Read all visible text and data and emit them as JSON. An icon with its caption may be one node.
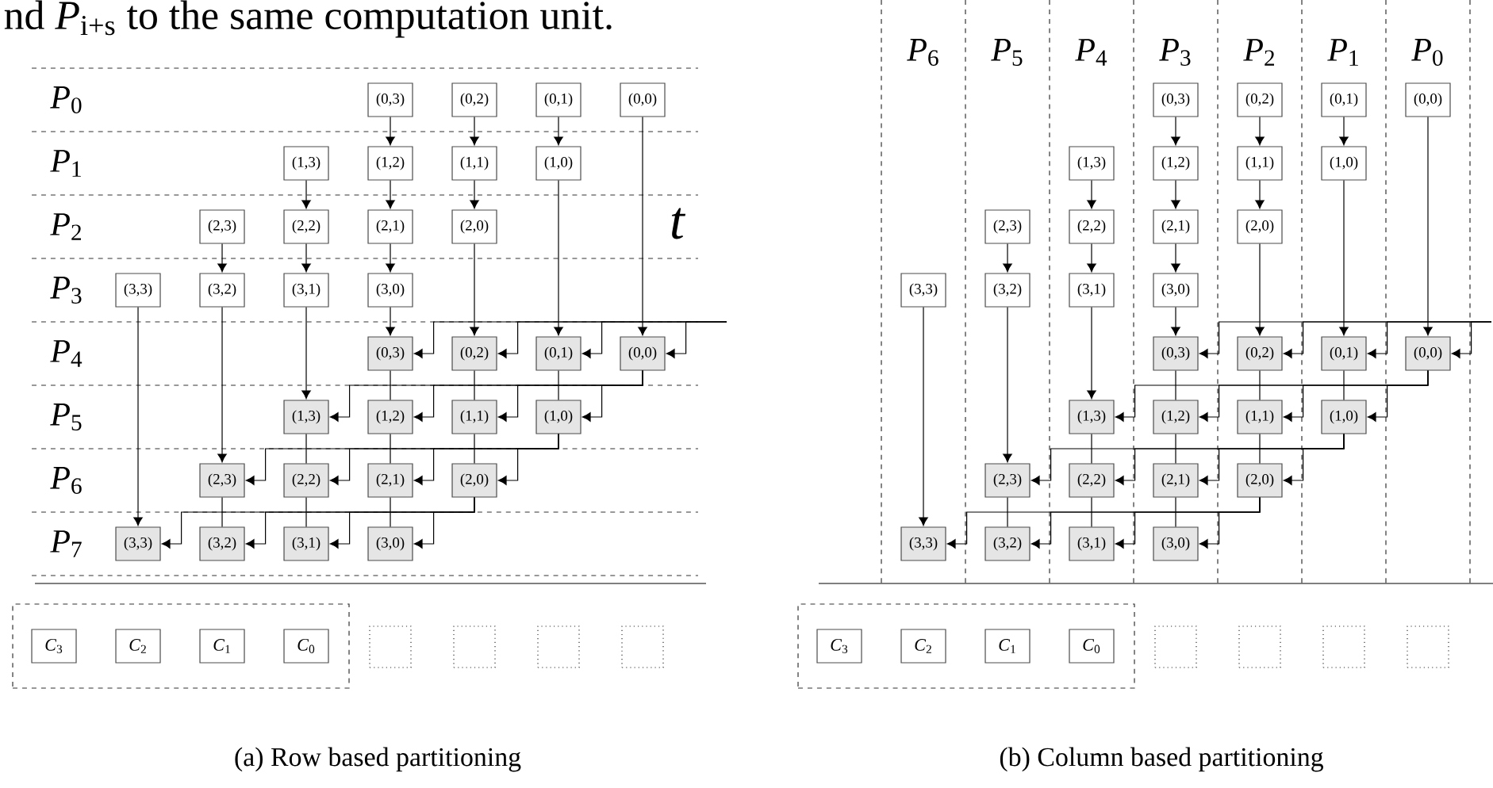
{
  "diagram": {
    "nodes": [
      {
        "text": [
          "(0,3)"
        ]
      },
      {
        "text": [
          "(0,2)"
        ]
      },
      {
        "text": [
          "(0,1)"
        ]
      },
      {
        "text": [
          "(0,0)"
        ]
      },
      {
        "text": [
          "(1,3)"
        ]
      },
      {
        "text": [
          "(1,2)"
        ]
      },
      {
        "text": [
          "(1,1)"
        ]
      },
      {
        "text": [
          "(1,0)"
        ]
      },
      {
        "text": [
          "(2,3)"
        ]
      },
      {
        "text": [
          "(2,2)"
        ]
      },
      {
        "text": [
          "(2,1)"
        ]
      },
      {
        "text": [
          "(2,0)"
        ]
      },
      {
        "text": [
          "(3,3)"
        ]
      },
      {
        "text": [
          "(3,2)"
        ]
      },
      {
        "text": [
          "(3,1)"
        ]
      },
      {
        "text": [
          "(3,0)"
        ]
      },
      {
        "text": [
          "(0,3)"
        ]
      },
      {
        "text": [
          "(0,2)"
        ]
      },
      {
        "text": [
          "(0,1)"
        ]
      },
      {
        "text": [
          "(0,0)"
        ]
      },
      {
        "text": [
          "(1,3)"
        ]
      },
      {
        "text": [
          "(1,2)"
        ]
      },
      {
        "text": [
          "(1,1)"
        ]
      },
      {
        "text": [
          "(1,0)"
        ]
      },
      {
        "text": [
          "(2,3)"
        ]
      },
      {
        "text": [
          "(2,2)"
        ]
      },
      {
        "text": [
          "(2,1)"
        ]
      },
      {
        "text": [
          "(2,0)"
        ]
      },
      {
        "text": [
          "(3,3)"
        ]
      },
      {
        "text": [
          "(3,2)"
        ]
      },
      {
        "text": [
          "(3,1)"
        ]
      },
      {
        "text": [
          "(3,0)"
        ]
      },
      {
        "text": [],
        "shape": "box"
      },
      {
        "text": [
          "*C*$_{3}$"
        ],
        "in": 32
      },
      {
        "text": [
          "*C*$_{2}$"
        ],
        "in": 32
      },
      {
        "text": [
          "*C*$_{1}$"
        ],
        "in": 32
      },
      {
        "text": [
          "*C*$_{0}$"
        ],
        "in": 32
      },
      {
        "text": [],
        "shape": "box"
      },
      {
        "text": [],
        "shape": "box"
      },
      {
        "text": [],
        "shape": "box"
      },
      {
        "text": [],
        "shape": "box"
      },
      {
        "text": [
          "(0,3)"
        ]
      },
      {
        "text": [
          "(0,2)"
        ]
      },
      {
        "text": [
          "(0,1)"
        ]
      },
      {
        "text": [
          "(0,0)"
        ]
      },
      {
        "text": [
          "(1,3)"
        ]
      },
      {
        "text": [
          "(1,2)"
        ]
      },
      {
        "text": [
          "(1,1)"
        ]
      },
      {
        "text": [
          "(1,0)"
        ]
      },
      {
        "text": [
          "(2,3)"
        ]
      },
      {
        "text": [
          "(2,2)"
        ]
      },
      {
        "text": [
          "(2,1)"
        ]
      },
      {
        "text": [
          "(2,0)"
        ]
      },
      {
        "text": [
          "(3,3)"
        ]
      },
      {
        "text": [
          "(3,2)"
        ]
      },
      {
        "text": [
          "(3,1)"
        ]
      },
      {
        "text": [
          "(3,0)"
        ]
      },
      {
        "text": [
          "(0,3)"
        ]
      },
      {
        "text": [
          "(0,2)"
        ]
      },
      {
        "text": [
          "(0,1)"
        ]
      },
      {
        "text": [
          "(0,0)"
        ]
      },
      {
        "text": [
          "(1,3)"
        ]
      },
      {
        "text": [
          "(1,2)"
        ]
      },
      {
        "text": [
          "(1,1)"
        ]
      },
      {
        "text": [
          "(1,0)"
        ]
      },
      {
        "text": [
          "(2,3)"
        ]
      },
      {
        "text": [
          "(2,2)"
        ]
      },
      {
        "text": [
          "(2,1)"
        ]
      },
      {
        "text": [
          "(2,0)"
        ]
      },
      {
        "text": [
          "(3,3)"
        ]
      },
      {
        "text": [
          "(3,2)"
        ]
      },
      {
        "text": [
          "(3,1)"
        ]
      },
      {
        "text": [
          "(3,0)"
        ]
      },
      {
        "text": [],
        "shape": "box"
      },
      {
        "text": [
          "*C*$_{3}$"
        ],
        "in": 73
      },
      {
        "text": [
          "*C*$_{2}$"
        ],
        "in": 73
      },
      {
        "text": [
          "*C*$_{1}$"
        ],
        "in": 73
      },
      {
        "text": [
          "*C*$_{0}$"
        ],
        "in": 73
      },
      {
        "text": [],
        "shape": "box"
      },
      {
        "text": [],
        "shape": "box"
      },
      {
        "text": [],
        "shape": "box"
      },
      {
        "text": [],
        "shape": "box"
      }
    ],
    "edges": [
      {
        "from": 0,
        "to": 5,
        "arrow": "to"
      },
      {
        "from": 5,
        "to": 10,
        "arrow": "to"
      },
      {
        "from": 10,
        "to": 15,
        "arrow": "to"
      },
      {
        "from": 1,
        "to": 6,
        "arrow": "to"
      },
      {
        "from": 6,
        "to": 11,
        "arrow": "to"
      },
      {
        "from": 2,
        "to": 7,
        "arrow": "to"
      },
      {
        "from": 4,
        "to": 9,
        "arrow": "to"
      },
      {
        "from": 9,
        "to": 14,
        "arrow": "to"
      },
      {
        "from": 8,
        "to": 13,
        "arrow": "to"
      },
      {
        "from": 15,
        "to": 16,
        "arrow": "to"
      },
      {
        "from": 11,
        "to": 17,
        "arrow": "to"
      },
      {
        "from": 7,
        "to": 18,
        "arrow": "to"
      },
      {
        "from": 3,
        "to": 19,
        "arrow": "to"
      },
      {
        "from": 14,
        "to": 20,
        "arrow": "to"
      },
      {
        "from": 13,
        "to": 24,
        "arrow": "to"
      },
      {
        "from": 12,
        "to": 28,
        "arrow": "to"
      },
      {
        "from": 16,
        "to": 21,
        "arrow": "none"
      },
      {
        "from": 21,
        "to": 26,
        "arrow": "none"
      },
      {
        "from": 26,
        "to": 31,
        "arrow": "none"
      },
      {
        "from": 17,
        "to": 22,
        "arrow": "none"
      },
      {
        "from": 22,
        "to": 27,
        "arrow": "none"
      },
      {
        "from": 18,
        "to": 23,
        "arrow": "none"
      },
      {
        "from": 20,
        "to": 25,
        "arrow": "none"
      },
      {
        "from": 25,
        "to": 30,
        "arrow": "none"
      },
      {
        "from": 24,
        "to": 29,
        "arrow": "none"
      },
      {
        "from": null,
        "to": 16,
        "arrow": "to"
      },
      {
        "from": null,
        "to": 17,
        "arrow": "to"
      },
      {
        "from": null,
        "to": 18,
        "arrow": "to"
      },
      {
        "from": null,
        "to": 19,
        "arrow": "to"
      },
      {
        "from": 19,
        "to": 20,
        "arrow": "to"
      },
      {
        "from": 19,
        "to": 21,
        "arrow": "to"
      },
      {
        "from": 19,
        "to": 22,
        "arrow": "to"
      },
      {
        "from": 19,
        "to": 23,
        "arrow": "to"
      },
      {
        "from": 23,
        "to": 24,
        "arrow": "to"
      },
      {
        "from": 23,
        "to": 25,
        "arrow": "to"
      },
      {
        "from": 23,
        "to": 26,
        "arrow": "to"
      },
      {
        "from": 23,
        "to": 27,
        "arrow": "to"
      },
      {
        "from": 27,
        "to": 28,
        "arrow": "to"
      },
      {
        "from": 27,
        "to": 29,
        "arrow": "to"
      },
      {
        "from": 27,
        "to": 30,
        "arrow": "to"
      },
      {
        "from": 27,
        "to": 31,
        "arrow": "to"
      },
      {
        "from": 41,
        "to": 46,
        "arrow": "to"
      },
      {
        "from": 46,
        "to": 51,
        "arrow": "to"
      },
      {
        "from": 51,
        "to": 56,
        "arrow": "to"
      },
      {
        "from": 42,
        "to": 47,
        "arrow": "to"
      },
      {
        "from": 47,
        "to": 52,
        "arrow": "to"
      },
      {
        "from": 43,
        "to": 48,
        "arrow": "to"
      },
      {
        "from": 45,
        "to": 50,
        "arrow": "to"
      },
      {
        "from": 50,
        "to": 55,
        "arrow": "to"
      },
      {
        "from": 49,
        "to": 54,
        "arrow": "to"
      },
      {
        "from": 56,
        "to": 57,
        "arrow": "to"
      },
      {
        "from": 52,
        "to": 58,
        "arrow": "to"
      },
      {
        "from": 48,
        "to": 59,
        "arrow": "to"
      },
      {
        "from": 44,
        "to": 60,
        "arrow": "to"
      },
      {
        "from": 55,
        "to": 61,
        "arrow": "to"
      },
      {
        "from": 54,
        "to": 65,
        "arrow": "to"
      },
      {
        "from": 53,
        "to": 69,
        "arrow": "to"
      },
      {
        "from": 57,
        "to": 62,
        "arrow": "none"
      },
      {
        "from": 62,
        "to": 67,
        "arrow": "none"
      },
      {
        "from": 67,
        "to": 72,
        "arrow": "none"
      },
      {
        "from": 58,
        "to": 63,
        "arrow": "none"
      },
      {
        "from": 63,
        "to": 68,
        "arrow": "none"
      },
      {
        "from": 59,
        "to": 64,
        "arrow": "none"
      },
      {
        "from": 61,
        "to": 66,
        "arrow": "none"
      },
      {
        "from": 66,
        "to": 71,
        "arrow": "none"
      },
      {
        "from": 65,
        "to": 70,
        "arrow": "none"
      },
      {
        "from": null,
        "to": 57,
        "arrow": "to"
      },
      {
        "from": null,
        "to": 58,
        "arrow": "to"
      },
      {
        "from": null,
        "to": 59,
        "arrow": "to"
      },
      {
        "from": null,
        "to": 60,
        "arrow": "to"
      },
      {
        "from": 60,
        "to": 61,
        "arrow": "to"
      },
      {
        "from": 60,
        "to": 62,
        "arrow": "to"
      },
      {
        "from": 60,
        "to": 63,
        "arrow": "to"
      },
      {
        "from": 60,
        "to": 64,
        "arrow": "to"
      },
      {
        "from": 64,
        "to": 65,
        "arrow": "to"
      },
      {
        "from": 64,
        "to": 66,
        "arrow": "to"
      },
      {
        "from": 64,
        "to": 67,
        "arrow": "to"
      },
      {
        "from": 64,
        "to": 68,
        "arrow": "to"
      },
      {
        "from": 68,
        "to": 69,
        "arrow": "to"
      },
      {
        "from": 68,
        "to": 70,
        "arrow": "to"
      },
      {
        "from": 68,
        "to": 71,
        "arrow": "to"
      },
      {
        "from": 68,
        "to": 72,
        "arrow": "to"
      }
    ],
    "labels": [
      "nd *P*$_{i+s}$ to the same computation unit.",
      "*P*$_{0}$",
      "*P*$_{1}$",
      "*P*$_{2}$",
      "*P*$_{3}$",
      "*P*$_{4}$",
      "*P*$_{5}$",
      "*P*$_{6}$",
      "*P*$_{7}$",
      "*t*",
      "*P*$_{6}$",
      "*P*$_{5}$",
      "*P*$_{4}$",
      "*P*$_{3}$",
      "*P*$_{2}$",
      "*P*$_{1}$",
      "*P*$_{0}$",
      "(a) Row based partitioning",
      "(b) Column based partitioning"
    ]
  }
}
